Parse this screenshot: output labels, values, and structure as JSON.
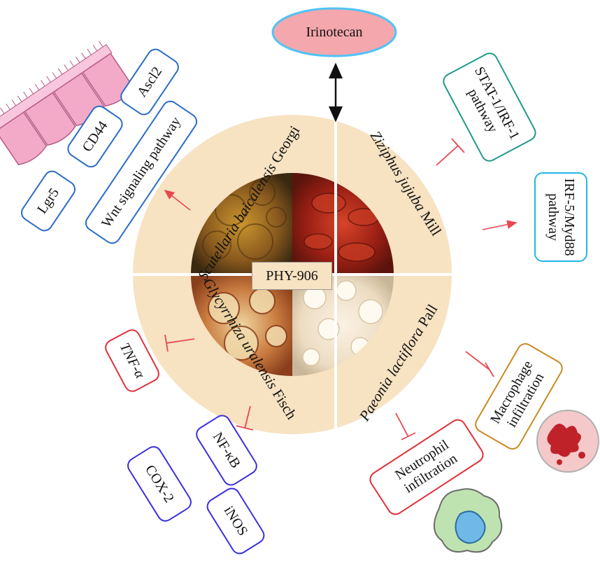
{
  "top_node": "Irinotecan",
  "center": "PHY-906",
  "herbs": {
    "top_left": {
      "genus_species": "Scutellaria baicalensis",
      "author": "Georgi"
    },
    "top_right": {
      "genus_species": "Ziziphus jujuba",
      "author": "Mill"
    },
    "bottom_left": {
      "genus_species": "Glycyrrhiza uralensis",
      "author": "Fisch"
    },
    "bottom_right": {
      "genus_species": "Paeonia lactiflora",
      "author": "Pall"
    }
  },
  "left_top_targets": [
    "Lgr5",
    "CD44",
    "Ascl2",
    "Wnt signaling pathway"
  ],
  "right_targets": {
    "inhibited": "STAT-1/IRF-1 pathway",
    "activated": "IRF-5/Myd88 pathway"
  },
  "bottom_left_targets": {
    "tnf": "TNF-α",
    "nfkb": "NF-κB",
    "cox2": "COX-2",
    "inos": "iNOS"
  },
  "bottom_right_targets": {
    "neutrophil": "Neutrophil infiltration",
    "macrophage": "Macrophage infiltration"
  },
  "colors": {
    "disc": "#f7e2c2",
    "irinotecan_fill": "#f4a7ad",
    "irinotecan_stroke": "#4fc3f7",
    "arrow_red": "#e8484e",
    "epithelium": "#f3a9c8",
    "macrophage_cell": "#f5c9c9",
    "neutrophil_cell": "#bfe3b0"
  },
  "icons": [
    "intestinal-epithelium-icon",
    "macrophage-cell-icon",
    "neutrophil-cell-icon",
    "herb-photo-scutellaria",
    "herb-photo-jujube",
    "herb-photo-licorice",
    "herb-photo-peony"
  ]
}
